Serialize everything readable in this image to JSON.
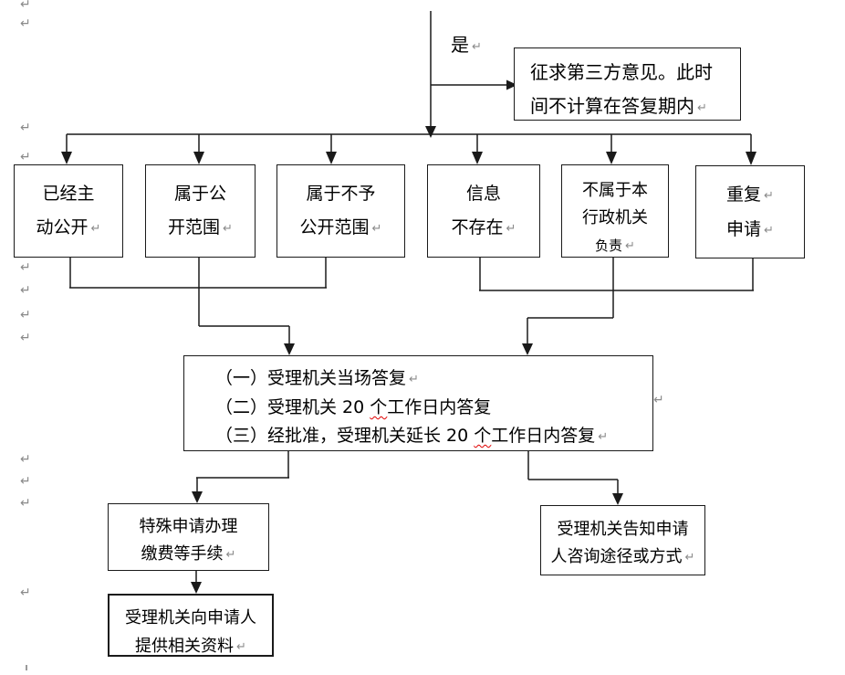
{
  "pilcrow": "↵",
  "labels": {
    "yes": "是"
  },
  "colors": {
    "line": "#000000",
    "mark": "#8a8a8a",
    "squiggle": "#e00000"
  },
  "boxes": {
    "third_party": {
      "line1": "征求第三方意见。此时",
      "line2": "间不计算在答复期内"
    },
    "b1": {
      "line1": "已经主",
      "line2": "动公开"
    },
    "b2": {
      "line1": "属于公",
      "line2": "开范围"
    },
    "b3": {
      "line1": "属于不予",
      "line2": "公开范围"
    },
    "b4": {
      "line1": "信息",
      "line2": "不存在"
    },
    "b5": {
      "line1": "不属于本",
      "line2": "行政机关",
      "line3": "负责"
    },
    "b6": {
      "line1": "重复",
      "line2": "申请"
    },
    "reply": {
      "line1": "（一）受理机关当场答复",
      "line2_pre": "（二）受理机关 20 ",
      "line2_wavy": "个",
      "line2_post": "工作日内答复",
      "line3_pre": "（三）经批准，受理机关延长 20 ",
      "line3_wavy": "个",
      "line3_post": "工作日内答复"
    },
    "special": {
      "line1": "特殊申请办理",
      "line2": "缴费等手续"
    },
    "provide": {
      "line1": "受理机关向申请人",
      "line2": "提供相关资料"
    },
    "inform": {
      "line1": "受理机关告知申请",
      "line2": "人咨询途径或方式"
    }
  }
}
